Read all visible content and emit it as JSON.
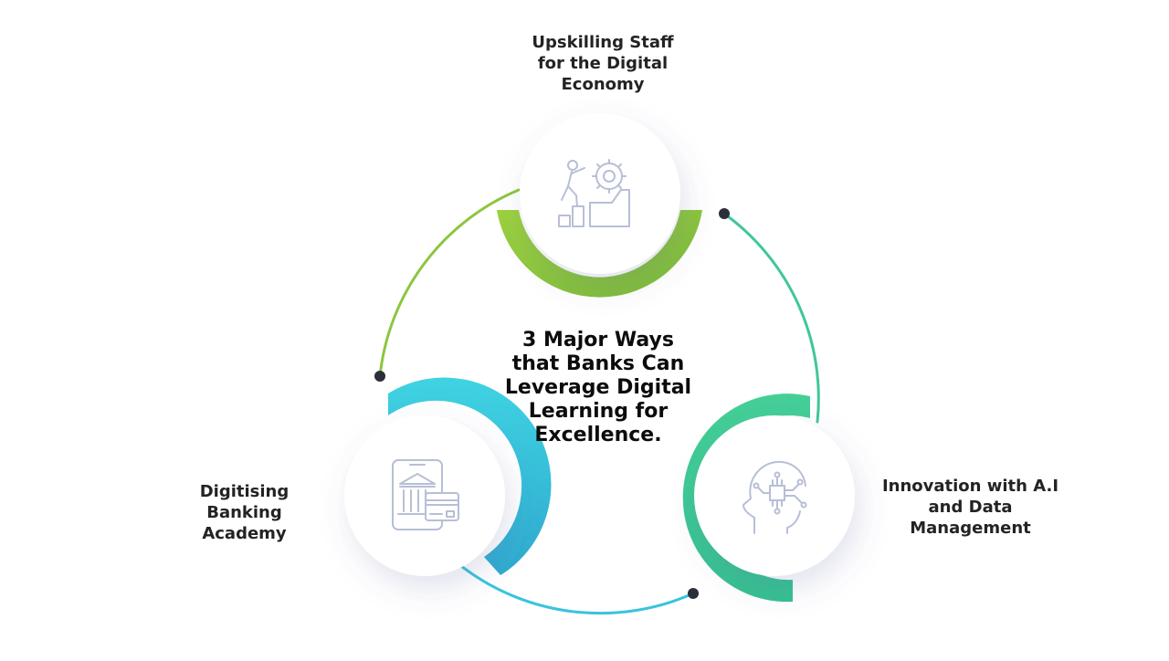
{
  "title": "3 Major Ways\nthat Banks Can\nLeverage Digital\nLearning for\nExcellence.",
  "items": [
    {
      "label": "Upskilling Staff\nfor the Digital\nEconomy",
      "icon": "person-climbing-stairs-gear-icon",
      "color": "#8cc63f"
    },
    {
      "label": "Innovation with A.I\nand Data\nManagement",
      "icon": "ai-head-circuit-icon",
      "color": "#3ec79a"
    },
    {
      "label": "Digitising\nBanking\nAcademy",
      "icon": "mobile-bank-card-icon",
      "color": "#38c4dc"
    }
  ],
  "colors": {
    "green": "#8cc63f",
    "teal": "#3ec79a",
    "cyan": "#38c4dc",
    "icon_stroke": "#b7bfd6",
    "dot": "#2b2f3a",
    "text": "#232323"
  }
}
